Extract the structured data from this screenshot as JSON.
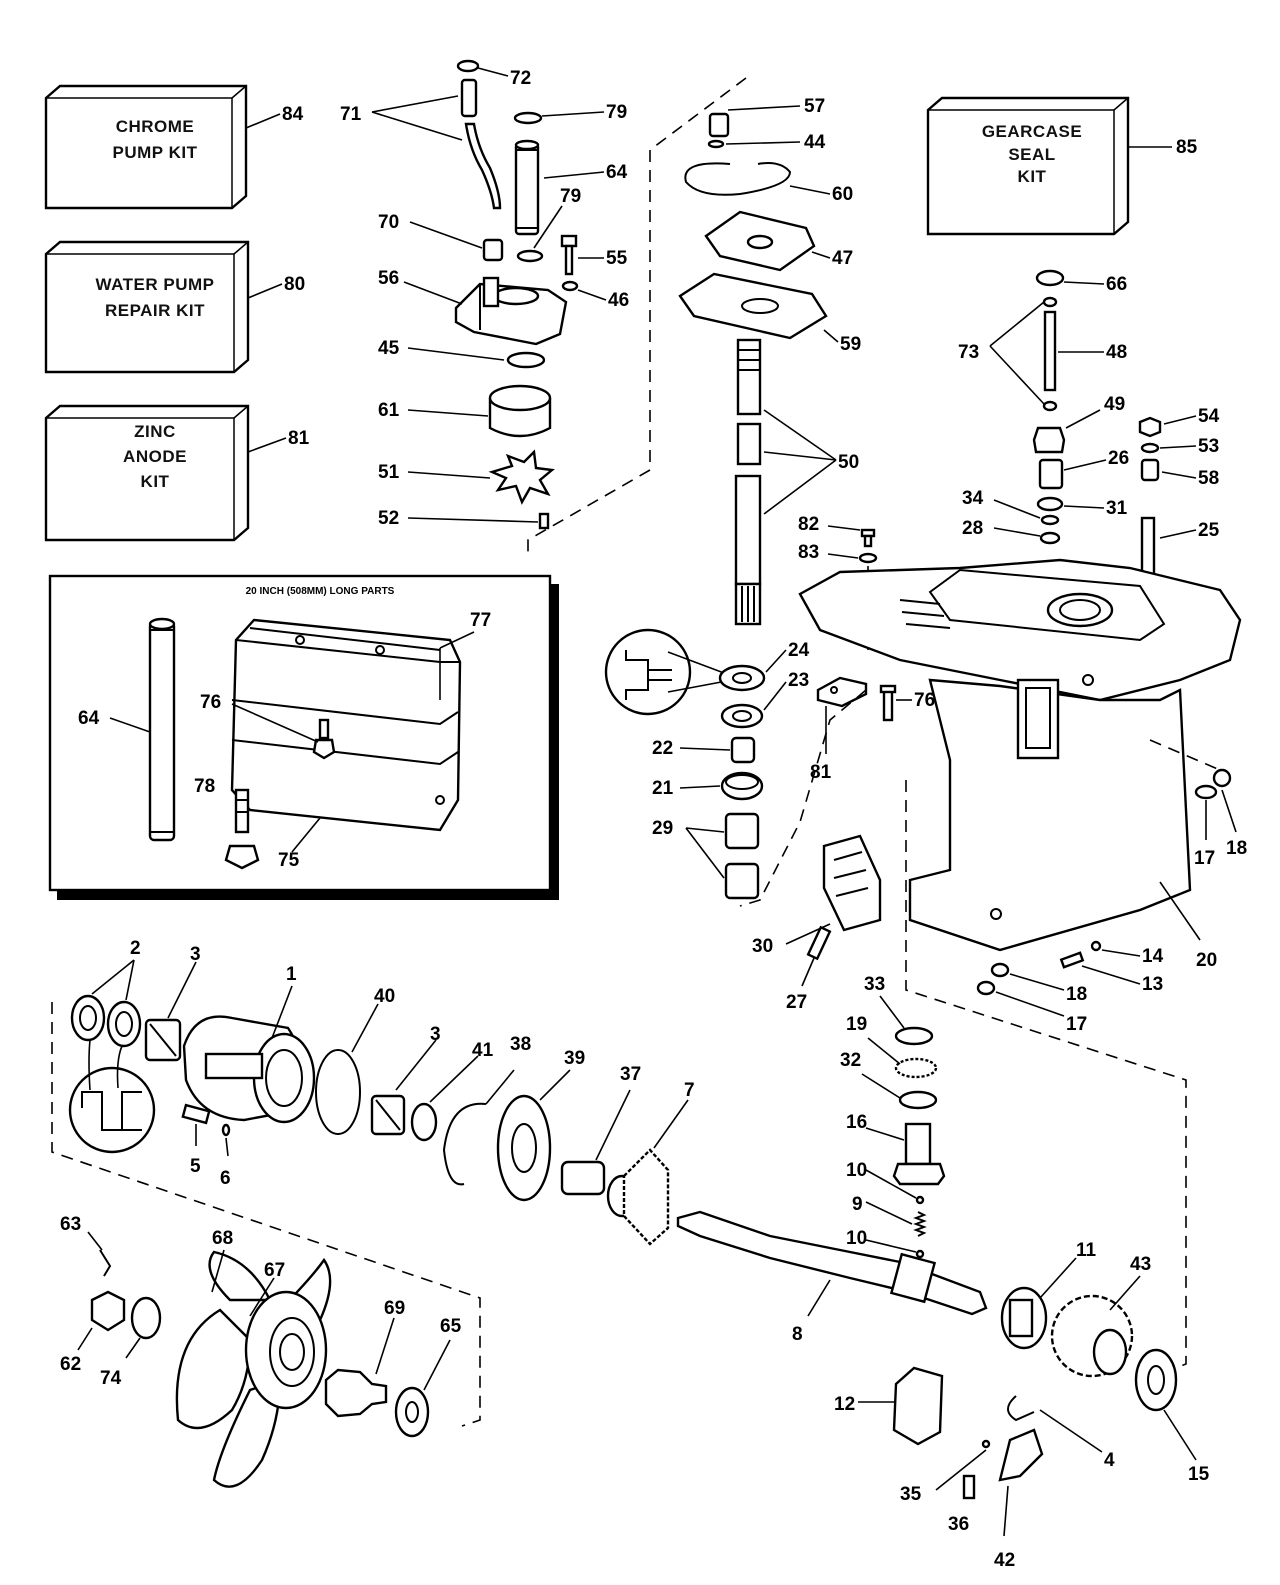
{
  "kits": {
    "chrome_pump": {
      "line1": "CHROME",
      "line2": "PUMP KIT",
      "num": "84"
    },
    "water_pump": {
      "line1": "WATER PUMP",
      "line2": "REPAIR KIT",
      "num": "80"
    },
    "zinc_anode": {
      "line1": "ZINC",
      "line2": "ANODE",
      "line3": "KIT",
      "num": "81"
    },
    "gearcase_seal": {
      "line1": "GEARCASE",
      "line2": "SEAL",
      "line3": "KIT",
      "num": "85"
    }
  },
  "panel": {
    "title": "20 INCH (508MM) LONG PARTS"
  },
  "callouts": {
    "c72": "72",
    "c71": "71",
    "c79a": "79",
    "c64a": "64",
    "c79b": "79",
    "c70": "70",
    "c55": "55",
    "c56": "56",
    "c46": "46",
    "c45": "45",
    "c61": "61",
    "c51": "51",
    "c52": "52",
    "c57": "57",
    "c44": "44",
    "c60": "60",
    "c47": "47",
    "c59": "59",
    "c50": "50",
    "c66": "66",
    "c73": "73",
    "c48": "48",
    "c49": "49",
    "c54": "54",
    "c53": "53",
    "c26": "26",
    "c58": "58",
    "c34": "34",
    "c31": "31",
    "c28": "28",
    "c25": "25",
    "c82": "82",
    "c83": "83",
    "c24": "24",
    "c23": "23",
    "c76a": "76",
    "c22": "22",
    "c81b": "81",
    "c21": "21",
    "c29": "29",
    "c17a": "17",
    "c18a": "18",
    "c30": "30",
    "c14": "14",
    "c20": "20",
    "c27": "27",
    "c13": "13",
    "c18b": "18",
    "c17b": "17",
    "c33": "33",
    "c19": "19",
    "c32": "32",
    "c16": "16",
    "c10a": "10",
    "c9": "9",
    "c10b": "10",
    "c11": "11",
    "c43": "43",
    "c8": "8",
    "c12": "12",
    "c4": "4",
    "c15": "15",
    "c35": "35",
    "c36": "36",
    "c42": "42",
    "c2": "2",
    "c3a": "3",
    "c1": "1",
    "c40": "40",
    "c3b": "3",
    "c41": "41",
    "c38": "38",
    "c39": "39",
    "c37": "37",
    "c7": "7",
    "c5": "5",
    "c6": "6",
    "c63": "63",
    "c68": "68",
    "c67": "67",
    "c69": "69",
    "c65": "65",
    "c62": "62",
    "c74": "74",
    "c64b": "64",
    "c76b": "76",
    "c77": "77",
    "c78": "78",
    "c75": "75"
  }
}
